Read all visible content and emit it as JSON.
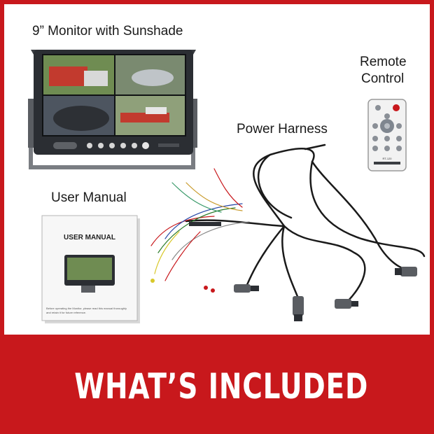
{
  "labels": {
    "monitor": "9” Monitor with Sunshade",
    "remote_line1": "Remote",
    "remote_line2": "Control",
    "harness": "Power Harness",
    "manual": "User Manual"
  },
  "manual": {
    "title": "USER MANUAL",
    "footer_line1": "Before operating the Monitor, please read this manual thoroughly",
    "footer_line2": "and retain it for future reference."
  },
  "remote_model": "RT-120",
  "banner": "WHAT’S INCLUDED",
  "colors": {
    "accent_red": "#c8181c",
    "monitor_body": "#2b2e33",
    "cable": "#1a1a1a"
  }
}
